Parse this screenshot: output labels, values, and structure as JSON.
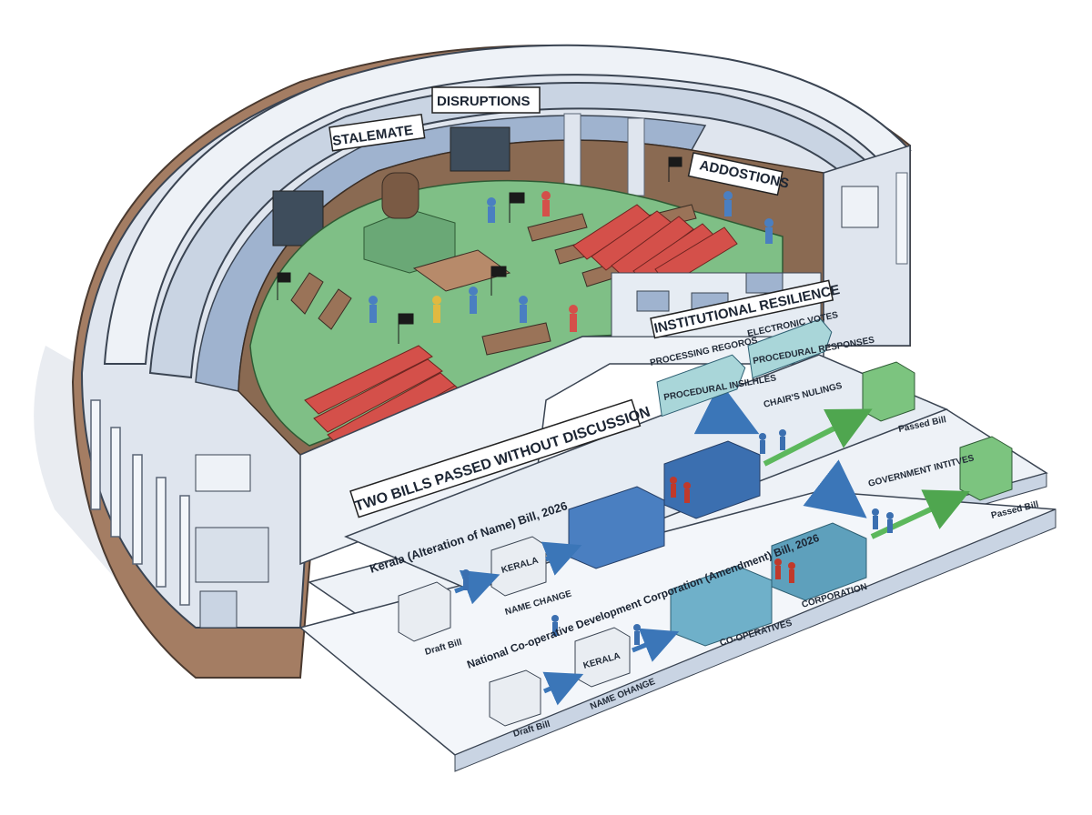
{
  "labels": {
    "stalemate": "STALEMATE",
    "disruptions": "DISRUPTIONS",
    "adoptions": "ADDOSTIONS",
    "processing_records": "PROCESSING REGOROS",
    "electronic_votes": "ELECTRONIC VOTES",
    "institutional_resilience": "INSTITUTIONAL RESILIENCE",
    "procedural_insights": "PROCEDURAL INSILHLES",
    "procedural_responses": "PROCEDURAL RESPONSES",
    "chairs_rulings": "CHAIR'S NULINGS",
    "two_bills_banner": "TWO BILLS PASSED WITHOUT DISCUSSION",
    "government_initiatives": "GOVERNMENT INTITVES"
  },
  "lane1": {
    "title": "Kerala (Alteration of Name) Bill, 2026",
    "draft": "Draft Bill",
    "box_label": "KERALA",
    "step": "NAME CHANGE",
    "passed": "Passed Bill"
  },
  "lane2": {
    "title": "National Co-operative Development Corporation (Amendment) Bill, 2026",
    "draft": "Draft Bill",
    "box_label": "KERALA",
    "step": "NAME OHANGE",
    "co_operatives": "CO-OPERATIVES",
    "corporation": "CORPORATION",
    "passed": "Passed Bill"
  },
  "colors": {
    "floor": "#7fbf86",
    "benches_red": "#d4504a",
    "wall": "#8a6a52",
    "building": "#dfe5ee",
    "block_blue": "#4a7fc1",
    "block_teal": "#6fb0c9",
    "block_green": "#7cc47f",
    "arrow_green": "#5cb85c",
    "arrow_blue": "#4a86c5"
  }
}
